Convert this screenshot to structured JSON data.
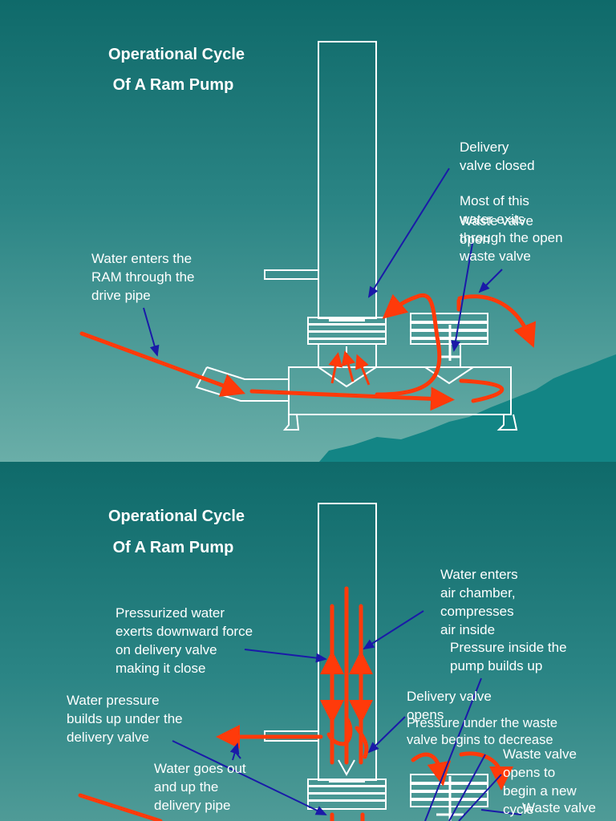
{
  "slide1": {
    "title_line1": "Operational Cycle",
    "title_line2": "Of A Ram Pump",
    "label_water_enters": "Water enters the\nRAM through the\ndrive pipe",
    "label_delivery_closed": "Delivery\nvalve closed",
    "label_most_of_water": "Most of  this\nwater exits\nthrough the open\nwaste valve",
    "label_waste_open": "Waste valve\nopen"
  },
  "slide2": {
    "title_line1": "Operational Cycle",
    "title_line2": "Of A Ram Pump",
    "label_water_enters_air": "Water enters\nair chamber,\ncompresses\nair inside",
    "label_pressure_builds": "Pressure inside the\npump builds up",
    "label_pressurized": "Pressurized water\nexerts downward force\non delivery valve\nmaking it close",
    "label_water_pressure": "Water pressure\nbuilds up under the\ndelivery valve",
    "label_delivery_opens": "Delivery valve\nopens",
    "label_pressure_under": "Pressure under the waste\nvalve begins to decrease",
    "label_water_goes_out": "Water goes out\nand up the\ndelivery pipe",
    "label_waste_opens_new": "Waste valve\nopens to\nbegin a new\ncycle",
    "label_waste_valve": "Waste valve"
  }
}
